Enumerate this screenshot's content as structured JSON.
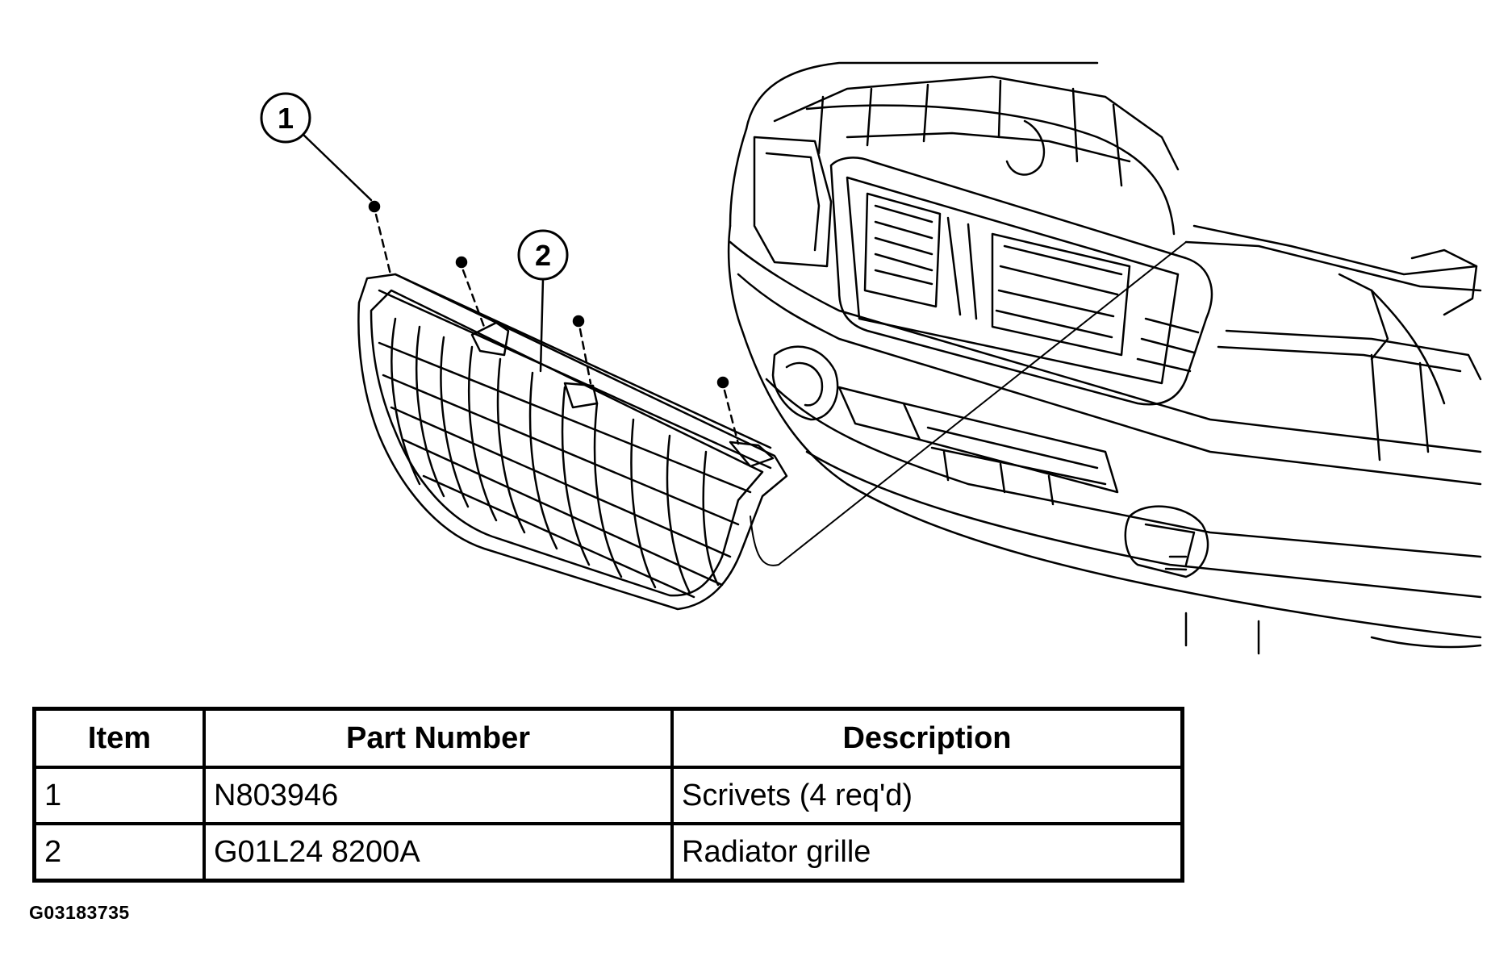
{
  "diagram": {
    "callouts": [
      {
        "label": "1",
        "part": "scrivet"
      },
      {
        "label": "2",
        "part": "radiator-grille"
      }
    ]
  },
  "table": {
    "headers": [
      "Item",
      "Part Number",
      "Description"
    ],
    "rows": [
      {
        "item": "1",
        "part_number": "N803946",
        "description": "Scrivets (4 req'd)"
      },
      {
        "item": "2",
        "part_number": "G01L24 8200A",
        "description": "Radiator grille"
      }
    ]
  },
  "figure_id": "G03183735"
}
